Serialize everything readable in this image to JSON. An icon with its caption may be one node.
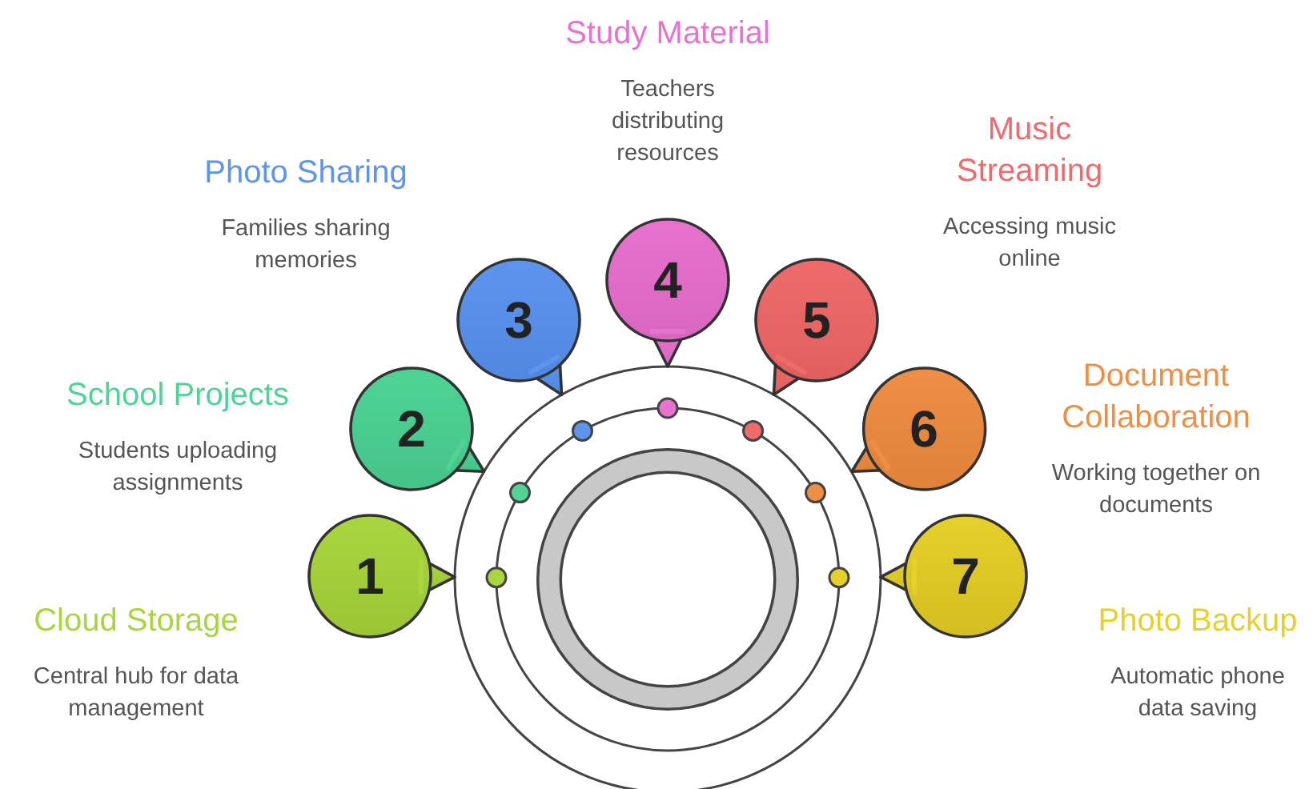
{
  "diagram": {
    "nodes": [
      {
        "text": [
          "1"
        ],
        "beside": [
          "Cloud Storage",
          "Central hub for data management"
        ]
      },
      {
        "text": [
          "2"
        ],
        "beside": [
          "School Projects",
          "Students uploading assignments"
        ]
      },
      {
        "text": [
          "3"
        ],
        "beside": [
          "Photo Sharing",
          "Families sharing memories"
        ]
      },
      {
        "text": [
          "4"
        ],
        "beside": [
          "Study Material",
          "Teachers distributing resources"
        ]
      },
      {
        "text": [
          "5"
        ],
        "beside": [
          "Music Streaming",
          "Accessing music online"
        ]
      },
      {
        "text": [
          "6"
        ],
        "beside": [
          "Document Collaboration",
          "Working together on documents"
        ]
      },
      {
        "text": [
          "7"
        ],
        "beside": [
          "Photo Backup",
          "Automatic phone data saving"
        ]
      }
    ]
  }
}
